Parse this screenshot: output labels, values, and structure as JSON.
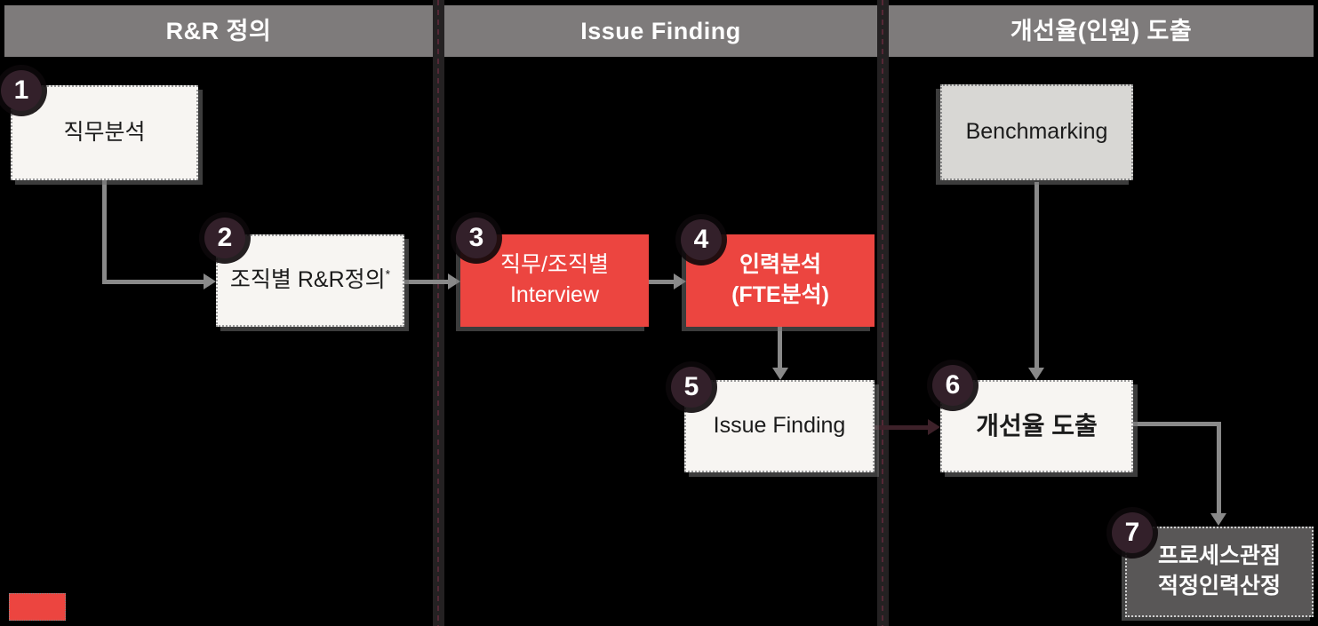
{
  "header": {
    "columns": [
      {
        "label": "R&R 정의"
      },
      {
        "label": "Issue Finding"
      },
      {
        "label": "개선율(인원) 도출"
      }
    ]
  },
  "nodes": {
    "job_analysis": {
      "number": "1",
      "label": "직무분석"
    },
    "rr_definition": {
      "number": "2",
      "label": "조직별 R&R정의",
      "superscript": "*"
    },
    "interview": {
      "number": "3",
      "line1": "직무/조직별",
      "line2": "Interview"
    },
    "fte_analysis": {
      "number": "4",
      "line1": "인력분석",
      "line2": "(FTE분석)"
    },
    "issue_finding": {
      "number": "5",
      "label": "Issue Finding"
    },
    "improvement_rate": {
      "number": "6",
      "label": "개선율 도출"
    },
    "process_headcount": {
      "number": "7",
      "line1": "프로세스관점",
      "line2": "적정인력산정"
    },
    "benchmarking": {
      "label": "Benchmarking"
    }
  },
  "colors": {
    "background": "#000000",
    "header_gray": "#7E7B7B",
    "accent_red": "#EC4540",
    "box_white": "#F7F5F2",
    "box_light_gray": "#D8D7D4",
    "box_dark_gray": "#595757",
    "badge_dark": "#33202A",
    "connector_gray": "#898989",
    "connector_dark_red": "#3D2129",
    "divider_dark": "#242122"
  },
  "legend": {
    "swatch_color": "#EC4540"
  }
}
